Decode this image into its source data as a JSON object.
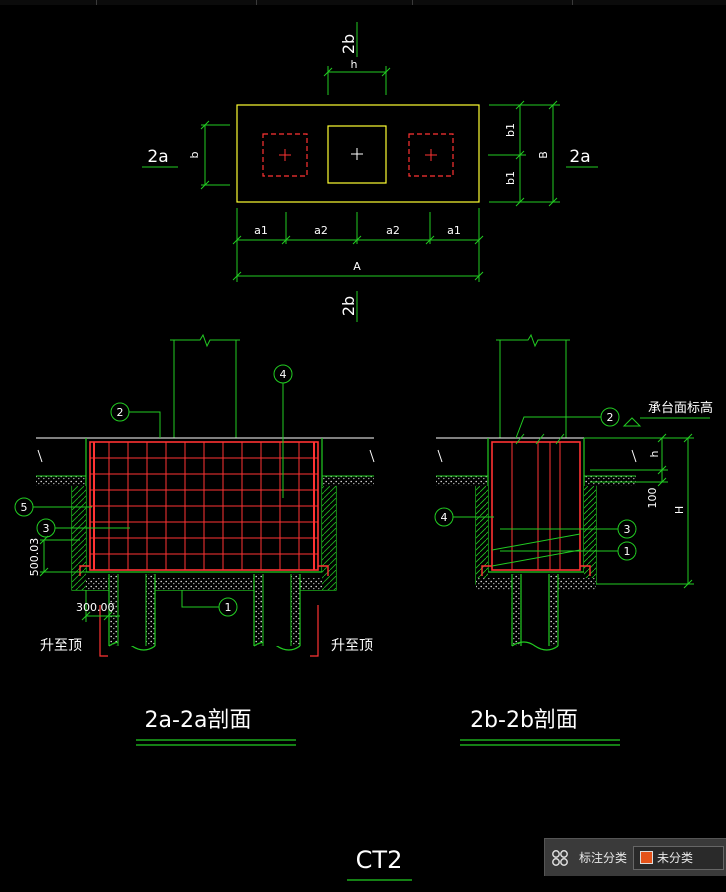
{
  "colors": {
    "dim": "#22cc22",
    "outline": "#ffff33",
    "rebar": "#ff3333",
    "text": "#ffffff",
    "panel_swatch": "#e5531a"
  },
  "plan": {
    "section_mark_a": "2a",
    "section_mark_b": "2b",
    "dim_h": "h",
    "dim_b": "b",
    "dim_b1": "b1",
    "dim_B": "B",
    "dim_a1": "a1",
    "dim_a2": "a2",
    "dim_A": "A"
  },
  "section_a": {
    "title": "2a-2a剖面",
    "callouts": [
      "1",
      "2",
      "3",
      "4",
      "5"
    ],
    "dim_500": "500.03",
    "dim_300": "300.00",
    "note_left": "升至顶",
    "note_right": "升至顶"
  },
  "section_b": {
    "title": "2b-2b剖面",
    "callouts": [
      "1",
      "2",
      "3",
      "4"
    ],
    "elevation_note": "承台面标高",
    "dim_h": "h",
    "dim_100": "100",
    "dim_H": "H"
  },
  "sheet_label": "CT2",
  "panel": {
    "label": "标注分类",
    "selected": "未分类"
  }
}
